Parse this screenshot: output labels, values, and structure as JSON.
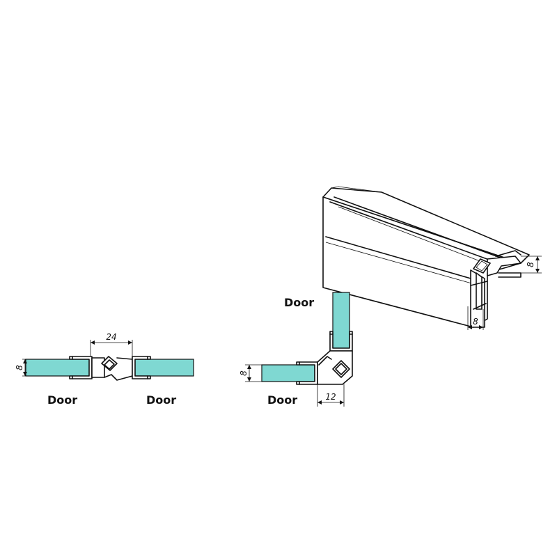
{
  "dimensions": {
    "straight_width": "24",
    "straight_thickness": "8",
    "corner_offset": "12",
    "corner_thickness": "8",
    "profile_width": "8",
    "profile_height": "8"
  },
  "labels": {
    "straight_left": "Door",
    "straight_right": "Door",
    "corner_top": "Door",
    "corner_left": "Door"
  },
  "colors": {
    "glass": "#7fd8d2",
    "line": "#111111"
  }
}
